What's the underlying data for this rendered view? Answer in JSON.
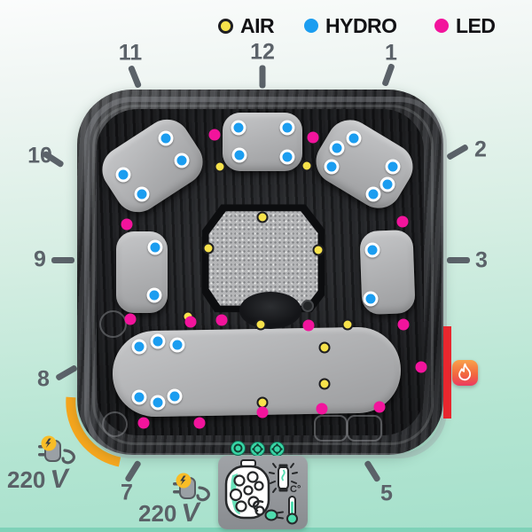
{
  "legend": {
    "items": [
      {
        "label": "AIR",
        "color": "#f7e24b",
        "ringed": true
      },
      {
        "label": "HYDRO",
        "color": "#1b9df0",
        "ringed": false
      },
      {
        "label": "LED",
        "color": "#f2149c",
        "ringed": false
      }
    ]
  },
  "clock": {
    "items": [
      {
        "label": "11"
      },
      {
        "label": "12"
      },
      {
        "label": "1"
      },
      {
        "label": "2"
      },
      {
        "label": "3"
      },
      {
        "label": "5"
      },
      {
        "label": "7"
      },
      {
        "label": "8"
      },
      {
        "label": "9"
      },
      {
        "label": "10"
      }
    ]
  },
  "power": {
    "left": {
      "value": "220",
      "unit": "V"
    },
    "bottom": {
      "value": "220",
      "unit": "V"
    }
  },
  "panel": {
    "temp_unit": "C°"
  },
  "icons": {
    "heater": "flame-icon",
    "filter": "filter-cartridge-icon",
    "uv": "uv-lamp-icon",
    "plug_small": "power-plug-icon",
    "thermometer": "thermometer-icon",
    "valves": [
      "diverter-knob-icon",
      "air-valve-icon",
      "air-valve-icon"
    ]
  },
  "jets": {
    "air": {
      "label": "AIR",
      "color": "#f7e24b",
      "points": [
        [
          248,
          188
        ],
        [
          346,
          187
        ],
        [
          296,
          245
        ],
        [
          235,
          280
        ],
        [
          359,
          282
        ],
        [
          212,
          357
        ],
        [
          294,
          366
        ],
        [
          392,
          366
        ],
        [
          366,
          392
        ],
        [
          366,
          433
        ],
        [
          296,
          454
        ]
      ]
    },
    "hydro": {
      "label": "HYDRO",
      "color": "#1b9df0",
      "points": [
        [
          187,
          156
        ],
        [
          205,
          181
        ],
        [
          139,
          197
        ],
        [
          160,
          219
        ],
        [
          269,
          144
        ],
        [
          324,
          144
        ],
        [
          270,
          175
        ],
        [
          324,
          177
        ],
        [
          399,
          156
        ],
        [
          380,
          167
        ],
        [
          374,
          188
        ],
        [
          443,
          188
        ],
        [
          437,
          208
        ],
        [
          421,
          219
        ],
        [
          175,
          279
        ],
        [
          174,
          333
        ],
        [
          420,
          282
        ],
        [
          418,
          337
        ],
        [
          157,
          391
        ],
        [
          178,
          385
        ],
        [
          200,
          389
        ],
        [
          157,
          448
        ],
        [
          178,
          454
        ],
        [
          197,
          447
        ]
      ]
    },
    "led": {
      "label": "LED",
      "color": "#f2149c",
      "points": [
        [
          242,
          152
        ],
        [
          353,
          155
        ],
        [
          143,
          253
        ],
        [
          454,
          250
        ],
        [
          147,
          360
        ],
        [
          250,
          361
        ],
        [
          348,
          367
        ],
        [
          455,
          366
        ],
        [
          475,
          414
        ],
        [
          215,
          363
        ],
        [
          162,
          477
        ],
        [
          225,
          477
        ],
        [
          296,
          465
        ],
        [
          363,
          461
        ],
        [
          428,
          459
        ]
      ]
    }
  },
  "accents": {
    "orange_arc": "#f7a71e",
    "heater_red": "#e8272e",
    "valve_teal": "#39d6a6",
    "background_mint": "#a5e0cb"
  }
}
